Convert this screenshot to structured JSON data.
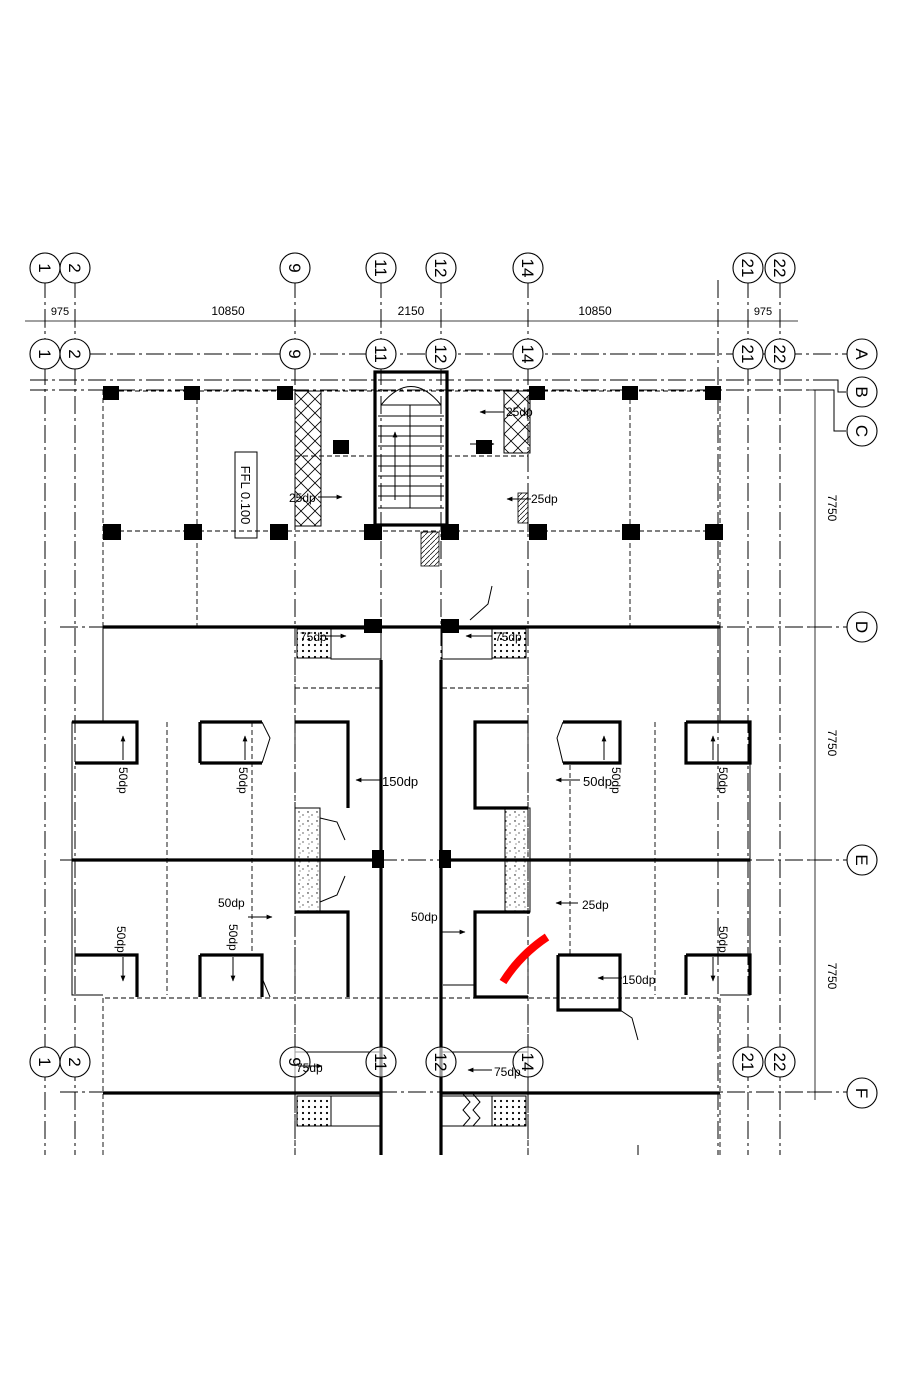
{
  "grid_top": [
    "1",
    "2",
    "9",
    "11",
    "12",
    "14",
    "21",
    "22"
  ],
  "grid_row2": [
    "1",
    "2",
    "9",
    "11",
    "12",
    "14",
    "21",
    "22"
  ],
  "grid_row3": [
    "1",
    "2",
    "9",
    "11",
    "12",
    "14",
    "21",
    "22"
  ],
  "grid_right": [
    "A",
    "B",
    "C",
    "D",
    "E",
    "F"
  ],
  "dims_top": [
    "975",
    "10850",
    "2150",
    "10850",
    "975"
  ],
  "dims_right": [
    "7750",
    "7750",
    "7750"
  ],
  "floor_level": "FFL 0.100",
  "drop_labels": {
    "d25a": "25dp",
    "d25b": "25dp",
    "d25c": "25dp",
    "d75a": "75dp",
    "d75b": "75dp",
    "d150a": "150dp",
    "d50a": "50dp",
    "d50b": "50dp",
    "d50c": "50dp",
    "d50d": "50dp",
    "d50e": "50dp",
    "d50f": "50dp",
    "d50g": "50dp",
    "d50h": "50dp",
    "d50i": "50dp",
    "d50j": "50dp",
    "d25d": "25dp",
    "d150b": "150dp",
    "d75c": "75dp",
    "d75d": "75dp"
  },
  "markup_color": "#ff0000"
}
